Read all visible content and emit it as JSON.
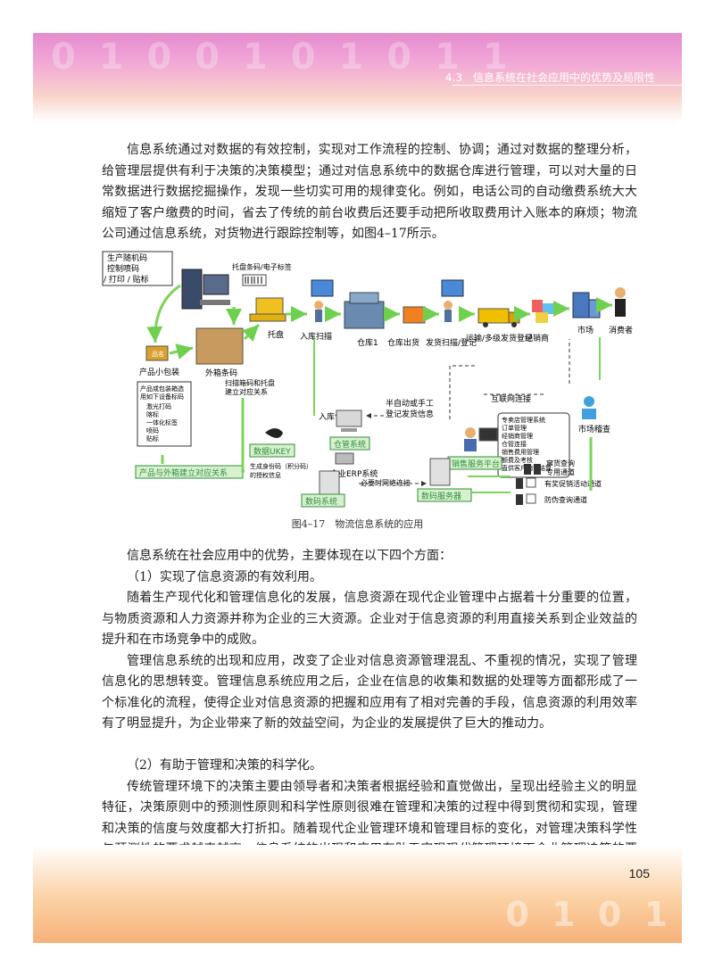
{
  "header": {
    "section_title": "4.3　信息系统在社会应用中的优势及局限性"
  },
  "paragraphs_top": [
    "信息系统通过对数据的有效控制，实现对工作流程的控制、协调；通过对数据的整理分析，给管理层提供有利于决策的决策模型；通过对信息系统中的数据仓库进行管理，可以对大量的日常数据进行数据挖掘操作，发现一些切实可用的规律变化。例如，电话公司的自动缴费系统大大缩短了客户缴费的时间，省去了传统的前台收费后还要手动把所收取费用计入账本的麻烦；物流公司通过信息系统，对货物进行跟踪控制等，如图4–17所示。"
  ],
  "figure": {
    "caption": "图4–17　物流信息系统的应用",
    "labels": {
      "gen_box_1": "生产随机码",
      "gen_box_2": "控制喷码",
      "gen_box_3": "/ 打印 / 贴标",
      "pallet_tag": "托盘条码/电子标签",
      "pallet": "托盘",
      "inbound_scan": "入库扫描",
      "warehouse": "仓库1",
      "warehouse_out": "仓库出货",
      "ship_scan": "发货扫描/登记",
      "transport": "运输/多级发货登记",
      "distributor": "经销商",
      "market": "市场",
      "consumer": "消费者",
      "product_pack": "产品小包装",
      "outer_code": "外箱条码",
      "scan_link_1": "扫描箱码和托盘",
      "scan_link_2": "建立对应关系",
      "device_1": "产品或包装箱选",
      "device_2": "用如下设备标码",
      "device_3": "激光打码",
      "device_4": "喀标",
      "device_5": "一体化标签",
      "device_6": "喷码",
      "device_7": "贴标",
      "inbound_info": "入库信息",
      "semi_auto_1": "半自动或手工",
      "semi_auto_2": "登记发货信息",
      "warehouse_sys": "仓管系统",
      "erp": "企业ERP系统",
      "internet": "互联网连接",
      "franchise_1": "专卖店管理系统",
      "franchise_2": "订单管理",
      "franchise_3": "经销商管理",
      "franchise_4": "仓管连接",
      "franchise_5": "销售费用管理",
      "franchise_6": "额费及考核",
      "franchise_7": "直供客户销售结算",
      "market_check": "市场稽查",
      "sales_platform": "销售服务平台",
      "sms_1": "窜货查询",
      "sms_2": "专用通道",
      "ukey": "数据UKEY",
      "product_box_rel": "产品与外箱建立对应关系",
      "auth_1": "生成身份码（积分码）",
      "auth_2": "的授权信息",
      "network": "必要时网络连接",
      "code_sys": "数码系统",
      "code_server": "数码服务器",
      "promo_channel": "有奖促销活动通道",
      "anticounterfeit": "防伪查询通道",
      "label_text": "品名"
    }
  },
  "paragraphs_bottom": [
    {
      "indent": true,
      "text": "信息系统在社会应用中的优势，主要体现在以下四个方面："
    },
    {
      "indent": true,
      "text": "（1）实现了信息资源的有效利用。"
    },
    {
      "indent": true,
      "text": "随着生产现代化和管理信息化的发展，信息资源在现代企业管理中占据着十分重要的位置，与物质资源和人力资源并称为企业的三大资源。企业对于信息资源的利用直接关系到企业效益的提升和在市场竞争中的成败。"
    },
    {
      "indent": true,
      "text": "管理信息系统的出现和应用，改变了企业对信息资源管理混乱、不重视的情况，实现了管理信息化的思想转变。管理信息系统应用之后，企业在信息的收集和数据的处理等方面都形成了一个标准化的流程，使得企业对信息资源的把握和应用有了相对完善的手段，信息资源的利用效率有了明显提升，为企业带来了新的效益空间，为企业的发展提供了巨大的推动力。"
    },
    {
      "indent": true,
      "text": "（2）有助于管理和决策的科学化。"
    },
    {
      "indent": true,
      "text": "传统管理环境下的决策主要由领导者和决策者根据经验和直觉做出，呈现出经验主义的明显特征，决策原则中的预测性原则和科学性原则很难在管理和决策的过程中得到贯彻和实现，管理和决策的信度与效度都大打折扣。随着现代企业管理环境和管理目标的变化，对管理决策科学性与预测性的要求越来越高。信息系统的出现和应用有助于实现现代管理环境下企业管理决策的要求。"
    }
  ],
  "footer": {
    "page_number": "105"
  },
  "colors": {
    "header_pink": "#e58bd0",
    "footer_orange": "#f6b27a",
    "arrow_green": "#7bd45a",
    "label_green": "#2f8f3a"
  }
}
